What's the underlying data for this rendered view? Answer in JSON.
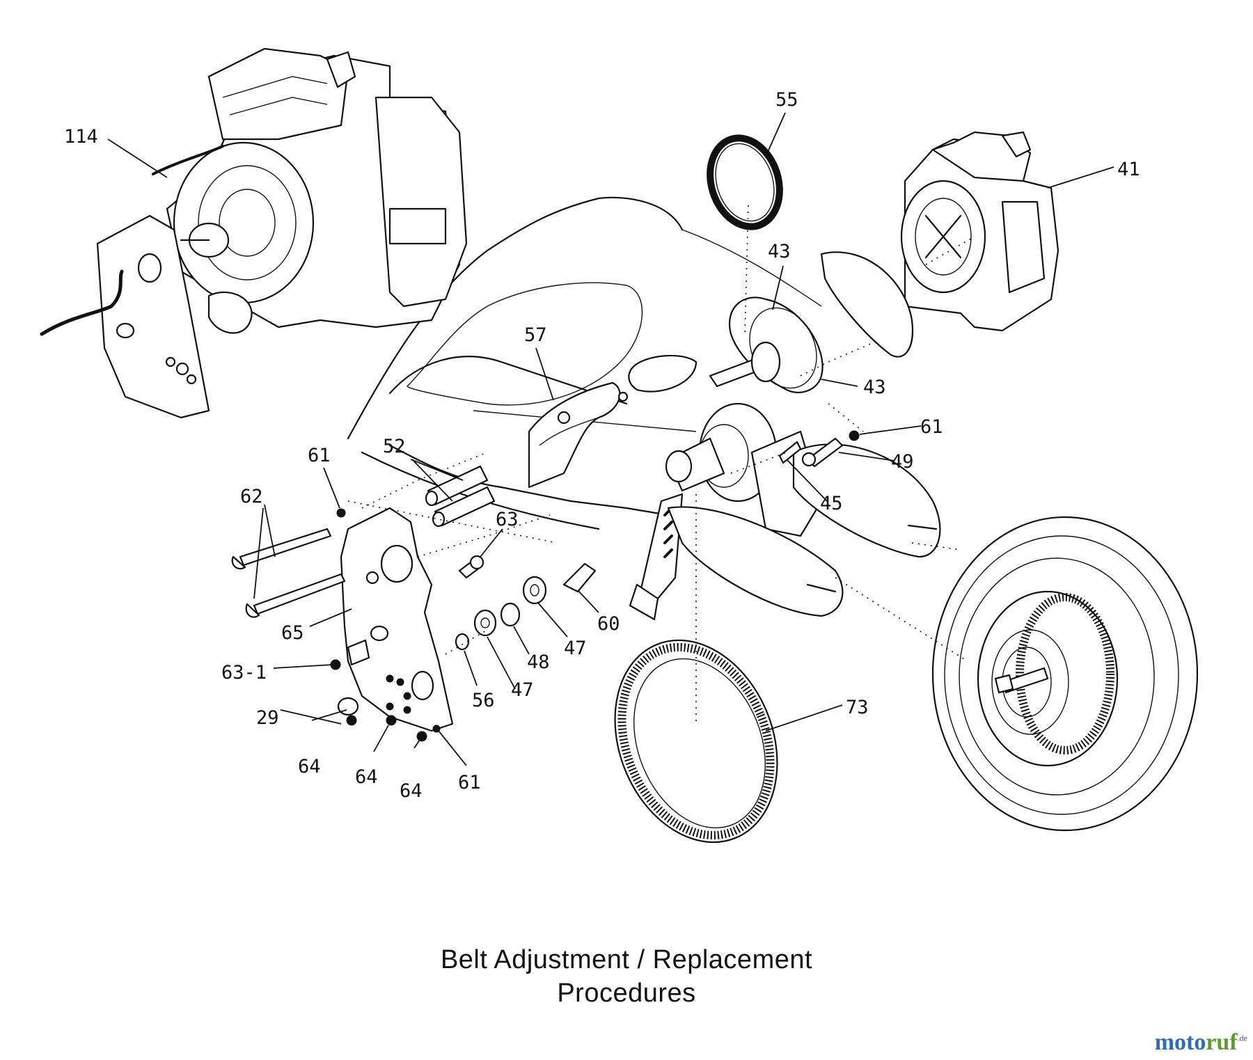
{
  "title": {
    "line1": "Belt Adjustment / Replacement",
    "line2": "Procedures"
  },
  "watermark": {
    "part1": "moto",
    "part2": "ruf",
    "suffix": ".de",
    "colors": [
      "#2f6db5",
      "#5aa02c",
      "#e0a000"
    ]
  },
  "callouts": [
    "114",
    "55",
    "41",
    "43",
    "43",
    "57",
    "61",
    "52",
    "62",
    "61",
    "49",
    "63",
    "45",
    "60",
    "65",
    "47",
    "48",
    "63-1",
    "47",
    "56",
    "73",
    "29",
    "64",
    "64",
    "64",
    "61"
  ]
}
